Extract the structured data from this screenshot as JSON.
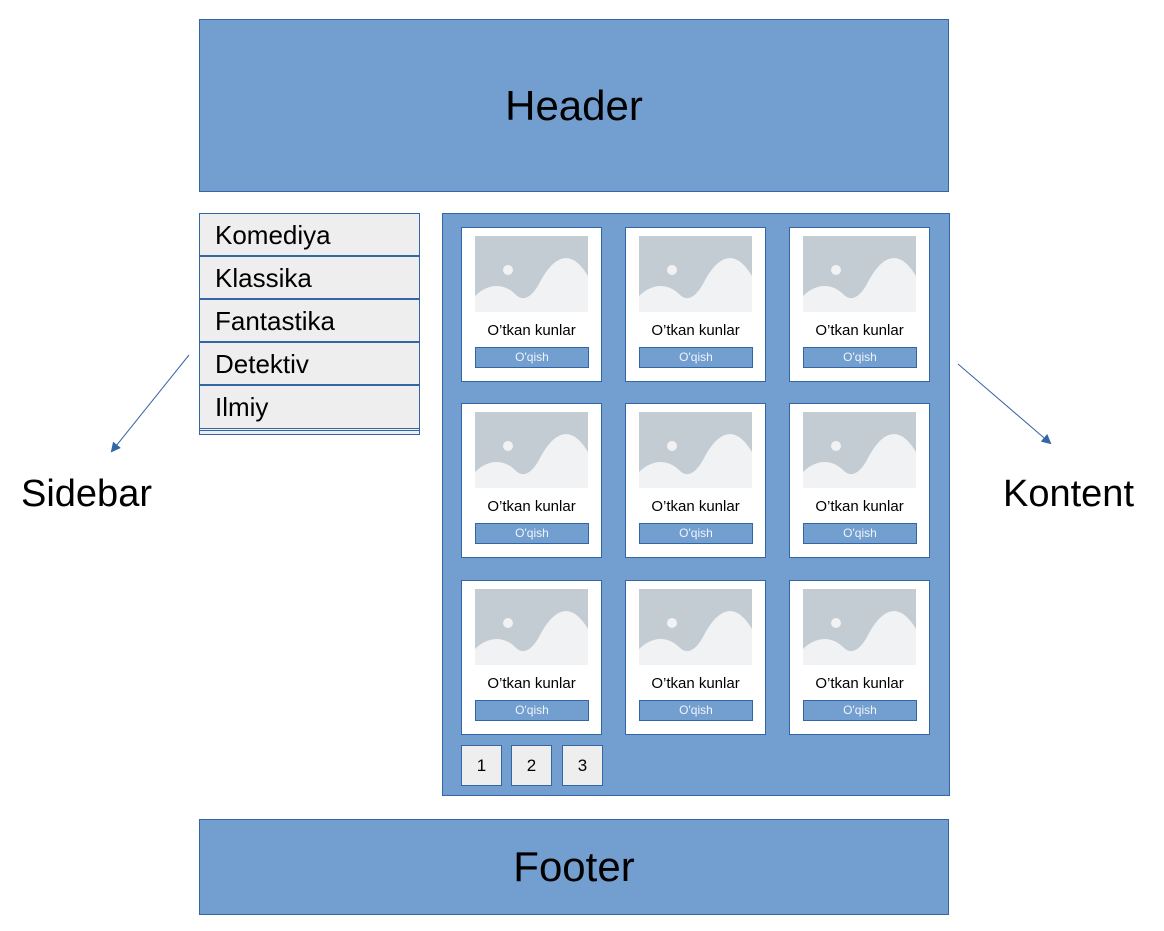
{
  "header": {
    "label": "Header"
  },
  "footer": {
    "label": "Footer"
  },
  "sidebar": {
    "items": [
      {
        "label": "Komediya"
      },
      {
        "label": "Klassika"
      },
      {
        "label": "Fantastika"
      },
      {
        "label": "Detektiv"
      },
      {
        "label": "Ilmiy"
      }
    ]
  },
  "content": {
    "cards": [
      {
        "title": "O’tkan kunlar",
        "button": "O'qish",
        "image_icon": "image-placeholder-icon"
      },
      {
        "title": "O’tkan kunlar",
        "button": "O'qish",
        "image_icon": "image-placeholder-icon"
      },
      {
        "title": "O’tkan kunlar",
        "button": "O'qish",
        "image_icon": "image-placeholder-icon"
      },
      {
        "title": "O’tkan kunlar",
        "button": "O'qish",
        "image_icon": "image-placeholder-icon"
      },
      {
        "title": "O’tkan kunlar",
        "button": "O'qish",
        "image_icon": "image-placeholder-icon"
      },
      {
        "title": "O’tkan kunlar",
        "button": "O'qish",
        "image_icon": "image-placeholder-icon"
      },
      {
        "title": "O’tkan kunlar",
        "button": "O'qish",
        "image_icon": "image-placeholder-icon"
      },
      {
        "title": "O’tkan kunlar",
        "button": "O'qish",
        "image_icon": "image-placeholder-icon"
      },
      {
        "title": "O’tkan kunlar",
        "button": "O'qish",
        "image_icon": "image-placeholder-icon"
      }
    ],
    "pagination": [
      "1",
      "2",
      "3"
    ]
  },
  "annotations": {
    "sidebar_label": "Sidebar",
    "content_label": "Kontent"
  },
  "colors": {
    "block_fill": "#729fcf",
    "block_border": "#3465a4",
    "sidebar_fill": "#eeeeee",
    "placeholder_bg": "#f1f2f4",
    "placeholder_shape": "#c3cbd3"
  }
}
